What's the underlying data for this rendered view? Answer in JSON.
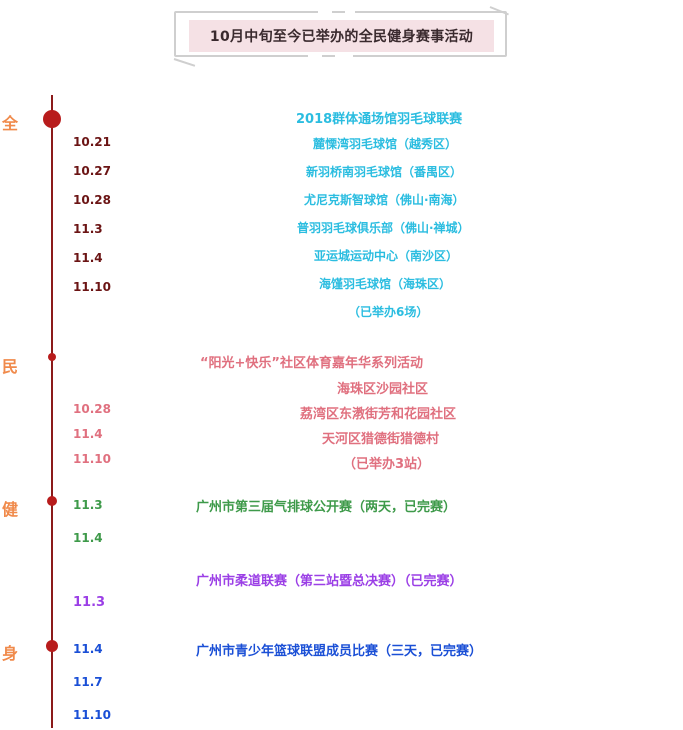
{
  "header": {
    "title": "10月中旬至今已举办的全民健身赛事活动"
  },
  "side_chars": [
    "全",
    "民",
    "健",
    "身"
  ],
  "colors": {
    "timeline": "#8b1a1a",
    "dot": "#b81c1c",
    "side_char": "#f08a4b",
    "section1": "#2bbde0",
    "section1_dates": "#6b1414",
    "section2": "#e0707f",
    "section3": "#3e9a4a",
    "section4": "#9b3fe6",
    "section5": "#1a4fd6"
  },
  "sections": [
    {
      "title": "2018群体通场馆羽毛球联赛",
      "dates": [
        "10.21",
        "10.27",
        "10.28",
        "11.3",
        "11.4",
        "11.10"
      ],
      "venues": [
        "麓慄湾羽毛球馆（越秀区）",
        "新羽桥南羽毛球馆（番禺区）",
        "尤尼克斯智球馆（佛山·南海）",
        "普羽羽毛球俱乐部（佛山·禅城）",
        "亚运城运动中心（南沙区）",
        "海馑羽毛球馆（海珠区）"
      ],
      "summary": "（已举办6场）"
    },
    {
      "title": "“阳光+快乐”社区体育嘉年华系列活动",
      "dates": [
        "10.28",
        "11.4",
        "11.10"
      ],
      "venues": [
        "海珠区沙园社区",
        "荔湾区东漖街芳和花园社区",
        "天河区猎德街猎德村"
      ],
      "summary": "（已举办3站）"
    },
    {
      "title": "广州市第三届气排球公开赛（两天，已完赛）",
      "dates": [
        "11.3",
        "11.4"
      ]
    },
    {
      "title": "广州市柔道联赛（第三站暨总决赛）（已完赛）",
      "dates": [
        "11.3"
      ]
    },
    {
      "title": "广州市青少年篮球联盟成员比赛（三天，已完赛）",
      "dates": [
        "11.4",
        "11.7",
        "11.10"
      ]
    }
  ]
}
